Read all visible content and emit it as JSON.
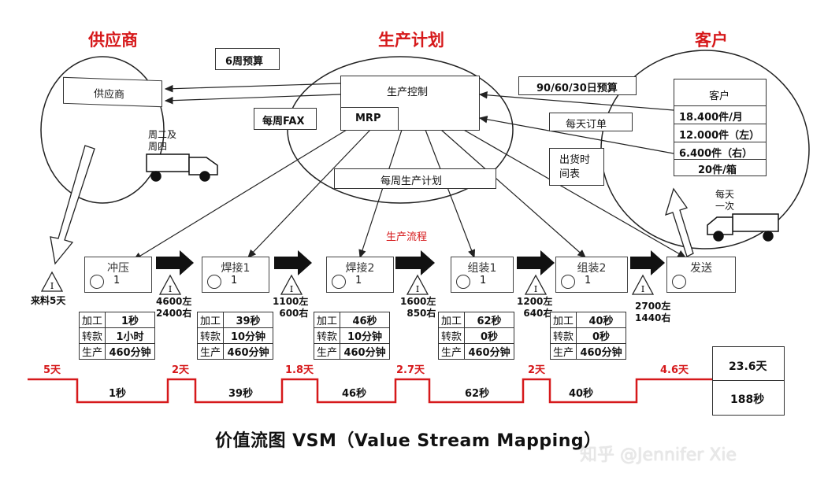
{
  "titles": {
    "supplier": "供应商",
    "plan": "生产计划",
    "customer": "客户"
  },
  "supplier_box": "供应商",
  "schedule_6wk": "6周预算",
  "weekly_fax": "每周FAX",
  "truck_in_label": "周二及\n周四",
  "control": {
    "label": "生产控制",
    "mrp": "MRP"
  },
  "weekly_plan": "每周生产计划",
  "forecast": "90/60/30日预算",
  "daily_order": "每天订单",
  "ship_schedule": "出货时\n间表",
  "customer_box": {
    "title": "客户",
    "rows": [
      "18.400件/月",
      "12.000件（左）",
      "6.400件（右）",
      "20件/箱"
    ]
  },
  "truck_out_label": "每天\n一次",
  "flow_label": "生产流程",
  "processes": [
    {
      "name": "冲压",
      "count": "1"
    },
    {
      "name": "焊接1",
      "count": "1"
    },
    {
      "name": "焊接2",
      "count": "1"
    },
    {
      "name": "组装1",
      "count": "1"
    },
    {
      "name": "组装2",
      "count": "1"
    },
    {
      "name": "发送",
      "count": ""
    }
  ],
  "inventory": [
    {
      "symbol": "I",
      "text": "来料5天"
    },
    {
      "symbol": "I",
      "text": "4600左\n2400右"
    },
    {
      "symbol": "I",
      "text": "1100左\n600右"
    },
    {
      "symbol": "I",
      "text": "1600左\n850右"
    },
    {
      "symbol": "I",
      "text": "1200左\n640右"
    },
    {
      "symbol": "I",
      "text": "2700左\n1440右"
    }
  ],
  "data_boxes": [
    [
      [
        "加工",
        "1秒"
      ],
      [
        "转款",
        "1小时"
      ],
      [
        "生产",
        "460分钟"
      ]
    ],
    [
      [
        "加工",
        "39秒"
      ],
      [
        "转款",
        "10分钟"
      ],
      [
        "生产",
        "460分钟"
      ]
    ],
    [
      [
        "加工",
        "46秒"
      ],
      [
        "转款",
        "10分钟"
      ],
      [
        "生产",
        "460分钟"
      ]
    ],
    [
      [
        "加工",
        "62秒"
      ],
      [
        "转款",
        "0秒"
      ],
      [
        "生产",
        "460分钟"
      ]
    ],
    [
      [
        "加工",
        "40秒"
      ],
      [
        "转款",
        "0秒"
      ],
      [
        "生产",
        "460分钟"
      ]
    ]
  ],
  "timeline": {
    "wait": [
      "5天",
      "2天",
      "1.8天",
      "2.7天",
      "2天",
      "4.6天"
    ],
    "process": [
      "1秒",
      "39秒",
      "46秒",
      "62秒",
      "40秒"
    ],
    "totals": [
      "23.6天",
      "188秒"
    ]
  },
  "caption": "价值流图 VSM（Value Stream Mapping）",
  "watermark": "知乎 @Jennifer Xie",
  "colors": {
    "accent": "#d6191b",
    "line": "#333333"
  }
}
